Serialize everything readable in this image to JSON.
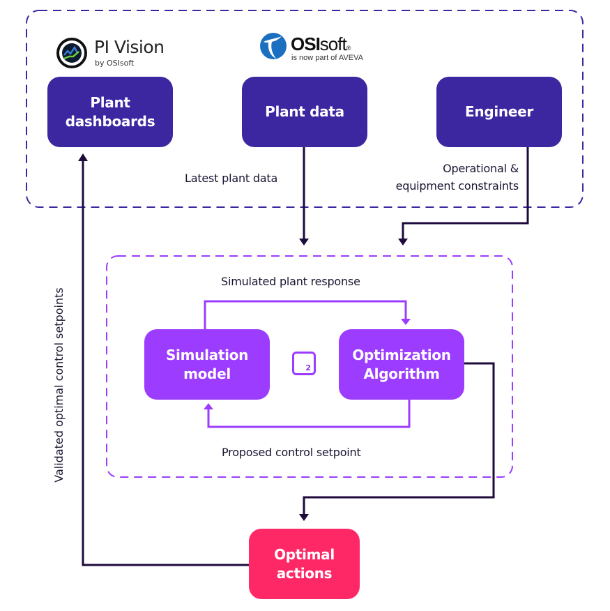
{
  "logos": {
    "pi_vision": {
      "title": "PI Vision",
      "subtitle": "by OSIsoft"
    },
    "osisoft": {
      "title_bold": "OSI",
      "title_regular": "soft",
      "registered": "®",
      "subtitle": "is now part of AVEVA"
    }
  },
  "groups": {
    "plant_systems": {
      "border_color": "#3c27a1"
    },
    "optimization_loop": {
      "border_color": "#9b3cff"
    }
  },
  "nodes": {
    "plant_dashboards": {
      "label_line1": "Plant",
      "label_line2": "dashboards",
      "color": "#3c27a1"
    },
    "plant_data": {
      "label": "Plant data",
      "color": "#3c27a1"
    },
    "engineer": {
      "label": "Engineer",
      "color": "#3c27a1"
    },
    "simulation_model": {
      "label_line1": "Simulation",
      "label_line2": "model",
      "color": "#9b3cff"
    },
    "optimization_algorithm": {
      "label_line1": "Optimization",
      "label_line2": "Algorithm",
      "color": "#9b3cff"
    },
    "optimal_actions": {
      "label_line1": "Optimal",
      "label_line2": "actions",
      "color": "#ff2867"
    }
  },
  "badge": {
    "text": "2"
  },
  "edges": {
    "latest_plant_data": "Latest plant data",
    "constraints_line1": "Operational &",
    "constraints_line2": "equipment constraints",
    "simulated_response": "Simulated plant response",
    "proposed_setpoint": "Proposed control setpoint",
    "validated_setpoints": "Validated optimal control setpoints"
  },
  "colors": {
    "connector_dark": "#1e0a3c",
    "connector_purple": "#9b3cff"
  }
}
